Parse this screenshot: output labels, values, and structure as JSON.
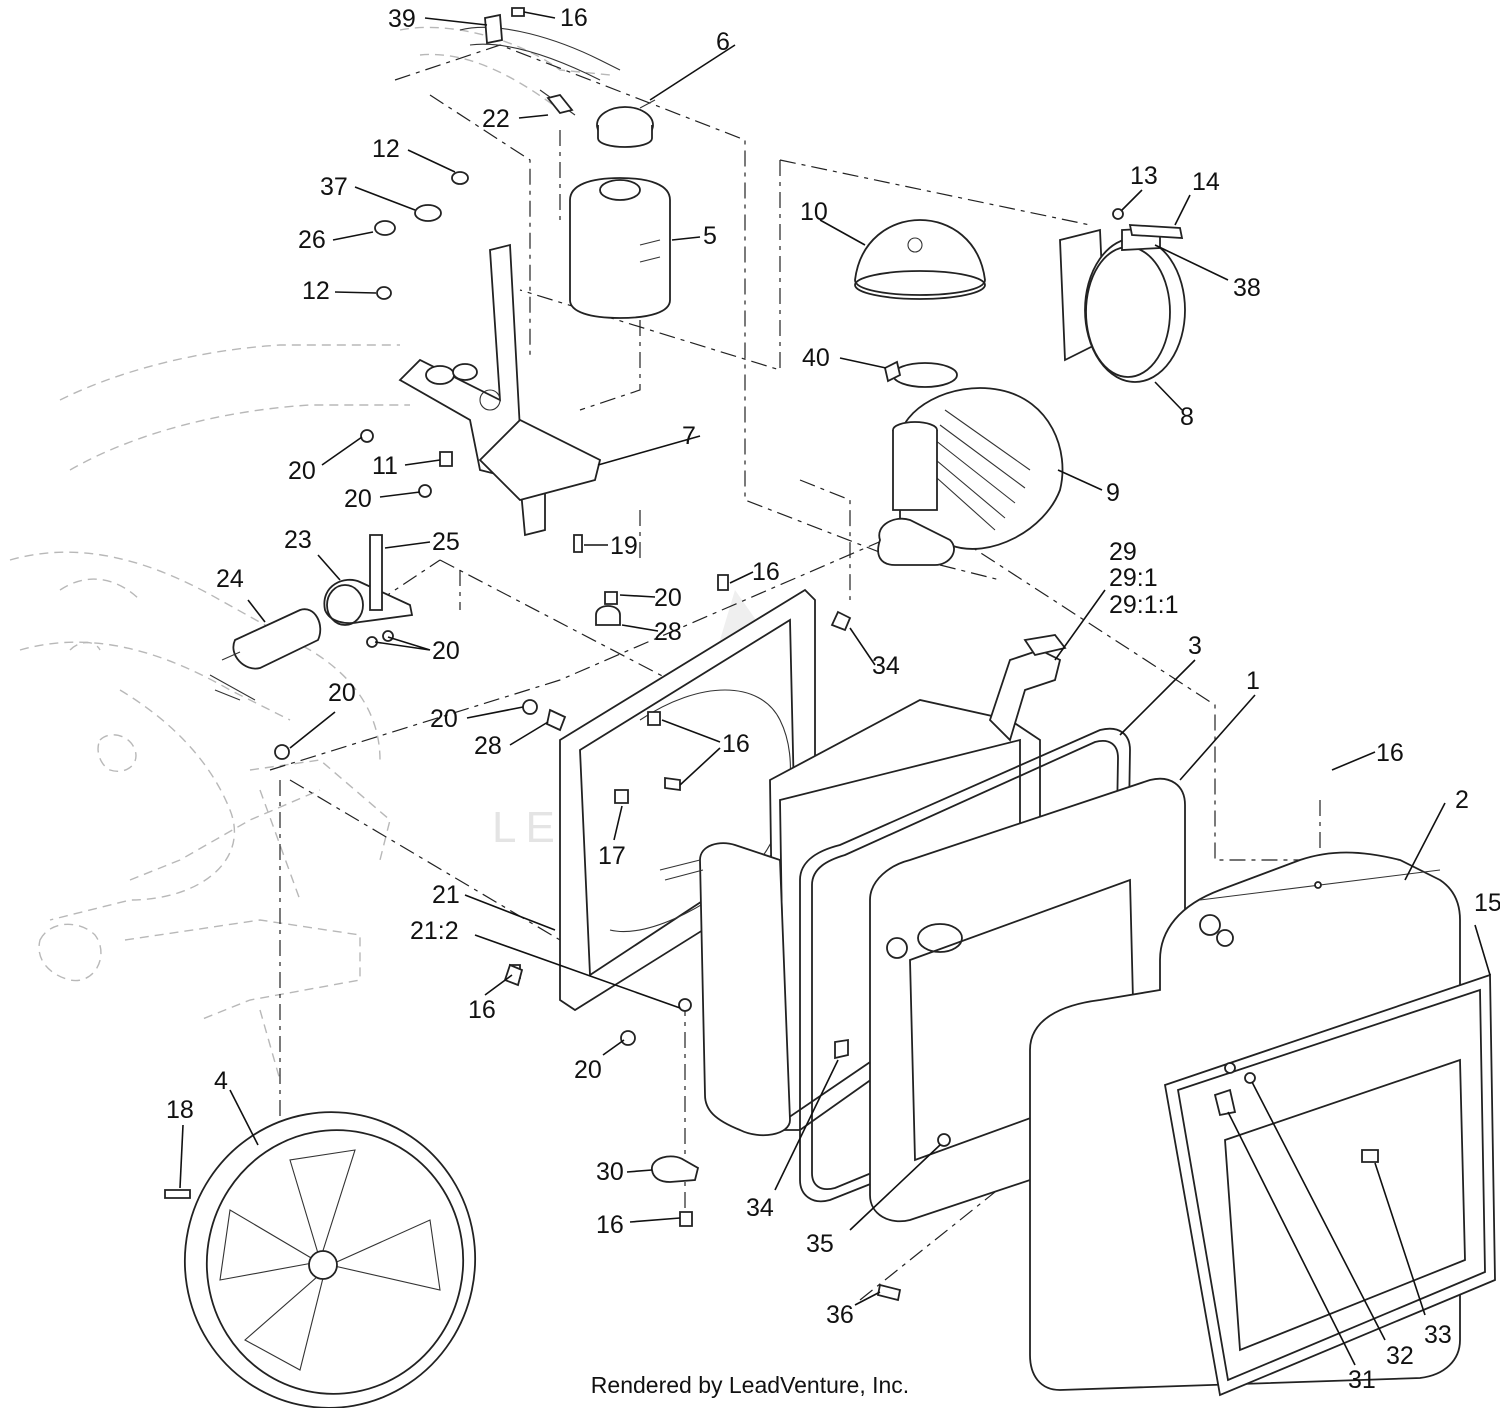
{
  "watermark": "LEADVENTURE",
  "footer": "Rendered by LeadVenture, Inc.",
  "labels": {
    "l39": "39",
    "l16a": "16",
    "l6": "6",
    "l22": "22",
    "l12a": "12",
    "l37": "37",
    "l26": "26",
    "l12b": "12",
    "l5": "5",
    "l13": "13",
    "l14": "14",
    "l10": "10",
    "l38": "38",
    "l8": "8",
    "l40": "40",
    "l9": "9",
    "l7": "7",
    "l20a": "20",
    "l11": "11",
    "l20b": "20",
    "l19": "19",
    "l23": "23",
    "l25": "25",
    "l24": "24",
    "l20c": "20",
    "l16b": "16",
    "l20d": "20",
    "l28a": "28",
    "l34a": "34",
    "l29": "29",
    "l29_1": "29:1",
    "l29_1_1": "29:1:1",
    "l3": "3",
    "l1": "1",
    "l20e": "20",
    "l20f": "20",
    "l28b": "28",
    "l16c": "16",
    "l16d": "16",
    "l2": "2",
    "l17": "17",
    "l21": "21",
    "l21_2": "21:2",
    "l15": "15",
    "l16e": "16",
    "l20g": "20",
    "l4": "4",
    "l18": "18",
    "l30": "30",
    "l16f": "16",
    "l34b": "34",
    "l35": "35",
    "l36": "36",
    "l31": "31",
    "l32": "32",
    "l33": "33"
  }
}
